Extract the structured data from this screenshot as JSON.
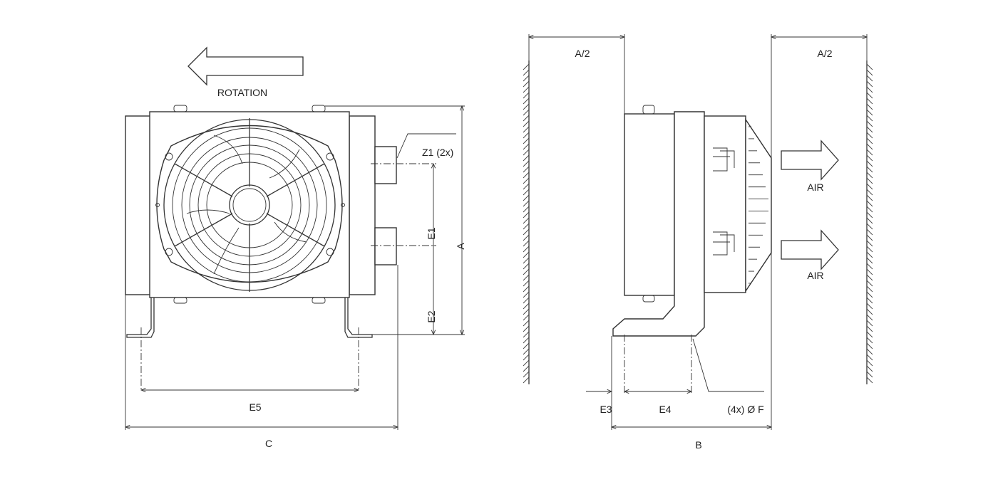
{
  "labels": {
    "rotation": "ROTATION",
    "z1": "Z1 (2x)",
    "e1": "E1",
    "e2": "E2",
    "a": "A",
    "e5": "E5",
    "c": "C",
    "a_half_left": "A/2",
    "a_half_right": "A/2",
    "air_top": "AIR",
    "air_bottom": "AIR",
    "e3": "E3",
    "e4": "E4",
    "b": "B",
    "holes": "(4x) Ø F"
  },
  "colors": {
    "line": "#333333",
    "background": "#ffffff",
    "text": "#222222"
  }
}
